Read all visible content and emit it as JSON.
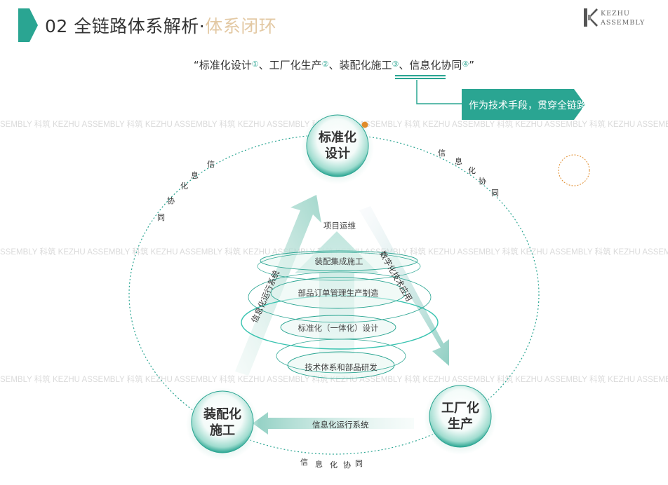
{
  "header": {
    "title_main": "02 全链路体系解析·",
    "title_accent": "体系闭环"
  },
  "logo": {
    "line1": "KEZHU",
    "line2": "ASSEMBLY"
  },
  "headline": {
    "open": "“",
    "p1": "标准化设计",
    "i1": "①",
    "s1": "、",
    "p2": "工厂化生产",
    "i2": "②",
    "s2": "、",
    "p3": "装配化施工",
    "i3": "③",
    "s3": "、",
    "p4": "信息化协同",
    "i4": "④",
    "close": "”"
  },
  "callout": {
    "text": "作为技术手段，贯穿全链路。"
  },
  "watermark": {
    "row1": "SEMBLY   科筑 KEZHU ASSEMBLY   科筑 KEZHU ASSEMBLY   科筑 KEZHU ASSEMBLY   科筑 KEZHU ASSEMBLY   科筑 KEZHU ASSEMBLY   科筑 KEZHU ASSEMBLY   科筑 KEZHU ASSEMBLY   科筑 KEZ",
    "row2": "SSEMBLY   科筑 KEZHU ASSEMBLY   科筑 KEZHU ASSEMBLY   科筑 KEZHU ASSEMBLY   科筑 KEZHU ASSEMBLY   科筑 KEZHU ASSEMBLY   科筑 KEZHU ASSEMBLY   科筑 KEZHU ASSEMBLY   科筑 KEZ",
    "row3": "SEMBLY   科筑 KEZHU ASSEMBLY   科筑 KEZHU ASSEMBLY   科筑 KEZHU ASSEMBLY   科筑 KEZHU ASSEMBLY   科筑 KEZHU ASSEMBLY   科筑 KEZHU ASSEMBLY   科筑 KEZHU ASSEMBLY   科筑 KEZ"
  },
  "nodes": {
    "design": {
      "line1": "标准化",
      "line2": "设计"
    },
    "factory": {
      "line1": "工厂化",
      "line2": "生产"
    },
    "assembly": {
      "line1": "装配化",
      "line2": "施工"
    }
  },
  "levels": {
    "l1": "项目运维",
    "l2": "装配集成施工",
    "l3": "部品订单管理生产制造",
    "l4": "标准化（一体化）设计",
    "l5": "技术体系和部品研发"
  },
  "arrows": {
    "left": "信息化运行系统",
    "right": "数字化技术应用",
    "bottom": "信息化运行系统"
  },
  "arc_text": {
    "left": [
      "信",
      "息",
      "化",
      "协",
      "同"
    ],
    "right": [
      "信",
      "息",
      "化",
      "协",
      "同"
    ],
    "bottom": [
      "信",
      "息",
      "化",
      "协",
      "同"
    ]
  },
  "colors": {
    "primary": "#2aa592",
    "light": "#bfe5dd",
    "accent": "#e3c9a4",
    "dot": "#e08b2a"
  }
}
